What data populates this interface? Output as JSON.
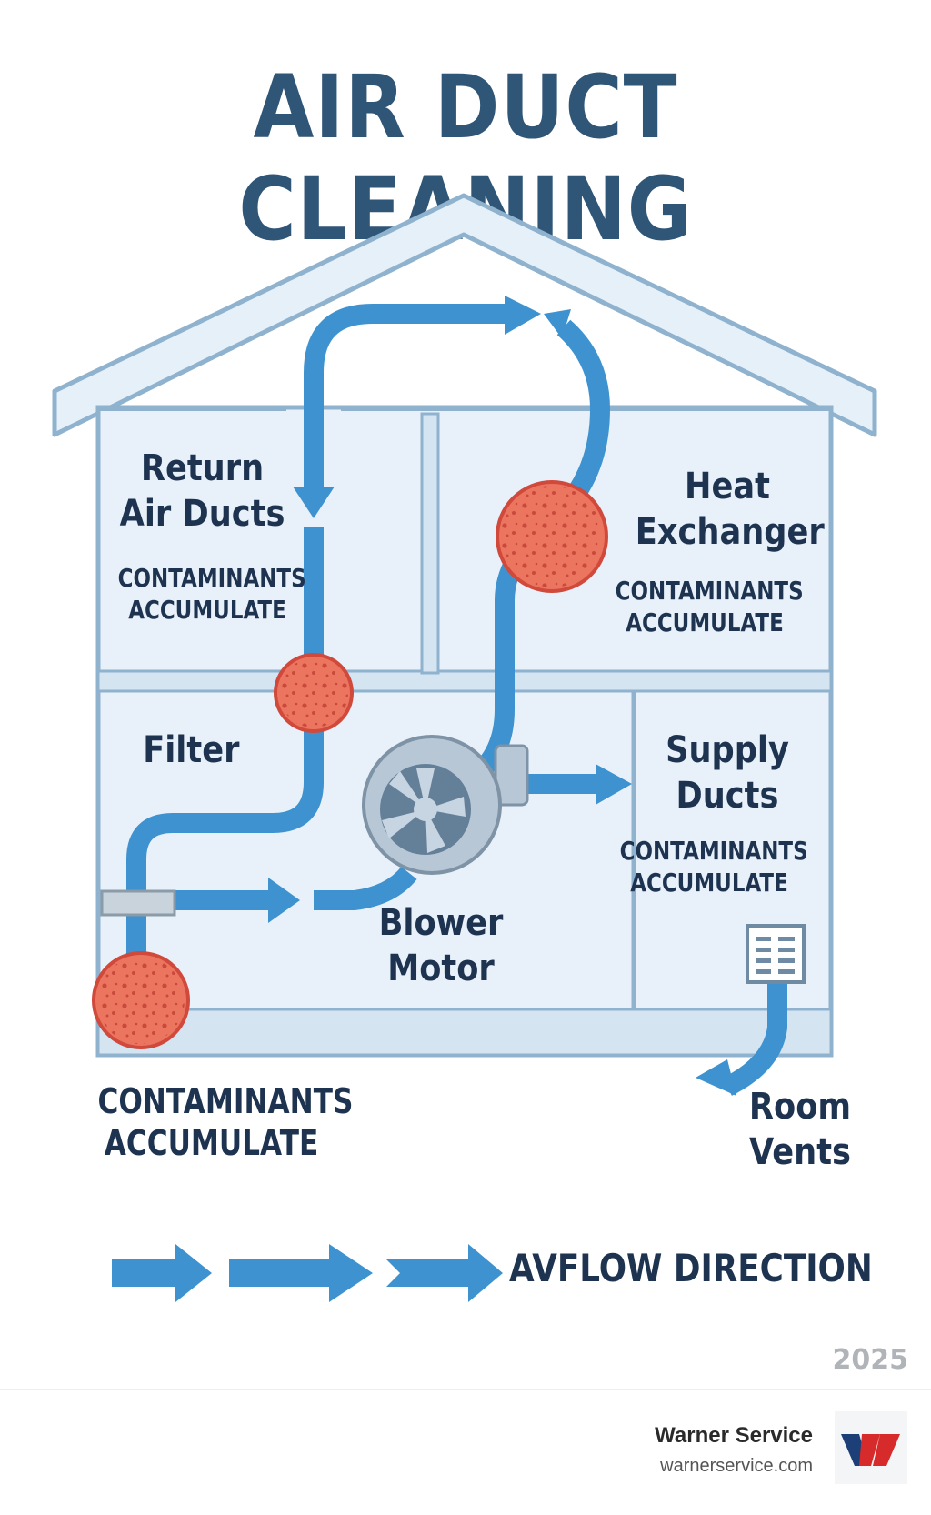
{
  "title": "AIR DUCT CLEANING",
  "labels": {
    "return_air_ducts": [
      "Return",
      "Air Ducts"
    ],
    "heat_exchanger": [
      "Heat",
      "Exchanger"
    ],
    "filter": "Filter",
    "supply_ducts": [
      "Supply",
      "Ducts"
    ],
    "blower_motor": [
      "Blower",
      "Motor"
    ],
    "room_vents": [
      "Room",
      "Vents"
    ],
    "contaminants": [
      "CONTAMINANTS",
      "ACCUMULATE"
    ]
  },
  "legend": "AVFLOW DIRECTION",
  "year": "2025",
  "brand": {
    "name": "Warner Service",
    "url": "warnerservice.com"
  },
  "colors": {
    "title": "#2f5577",
    "duct": "#3d92cf",
    "contaminant": "#ec7560",
    "house_fill": "#e8f1f9",
    "house_stroke": "#8fb2cf"
  }
}
